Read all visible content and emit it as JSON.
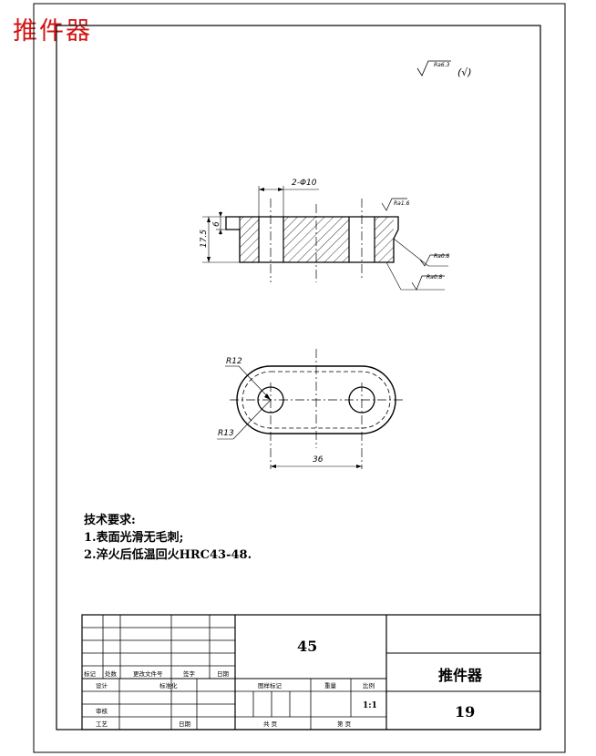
{
  "drawing": {
    "title": "推件器",
    "material": "45",
    "quantity": "19",
    "scale": "1:1"
  },
  "surface_finish": {
    "default_symbol": "Ra6.3",
    "default_suffix": "(√)",
    "top_surface": "Ra1.6",
    "side_surface_1": "Ra0.8",
    "side_surface_2": "Ra0.8"
  },
  "dimensions": {
    "holes": "2-Φ10",
    "thickness": "17.5",
    "step": "6",
    "radius_inner": "R12",
    "radius_outer": "R13",
    "center_distance": "36"
  },
  "technical_requirements": {
    "heading": "技术要求:",
    "items": [
      "1.表面光滑无毛刺;",
      "2.淬火后低温回火HRC43-48."
    ]
  },
  "title_block": {
    "labels": {
      "mark": "标记",
      "count": "处数",
      "change_doc": "更改文件号",
      "signature": "签字",
      "date": "日期",
      "design": "设计",
      "standardize": "标准化",
      "review": "审核",
      "process": "工艺",
      "approval_date": "日期",
      "stage_mark": "图样标记",
      "weight": "重量",
      "scale_label": "比例",
      "total_sheets": "共 页",
      "sheet_no": "第 页"
    }
  }
}
